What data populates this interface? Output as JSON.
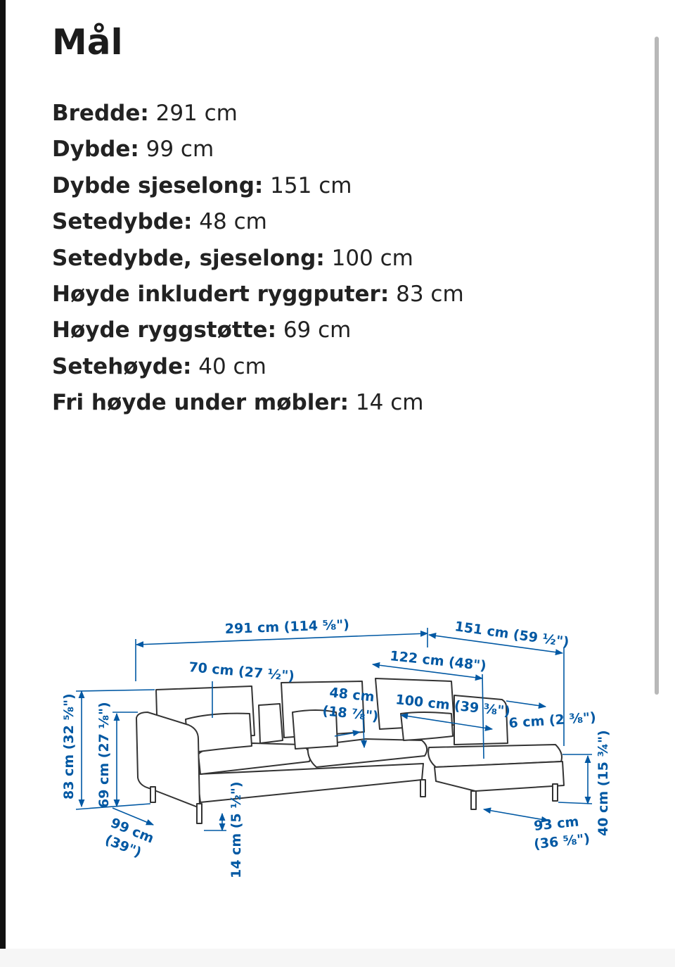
{
  "title": "Mål",
  "specs": [
    {
      "label": "Bredde:",
      "value": "291 cm"
    },
    {
      "label": "Dybde:",
      "value": "99 cm"
    },
    {
      "label": "Dybde sjeselong:",
      "value": "151 cm"
    },
    {
      "label": "Setedybde:",
      "value": "48 cm"
    },
    {
      "label": "Setedybde, sjeselong:",
      "value": "100 cm"
    },
    {
      "label": "Høyde inkludert ryggputer:",
      "value": "83 cm"
    },
    {
      "label": "Høyde ryggstøtte:",
      "value": "69 cm"
    },
    {
      "label": "Setehøyde:",
      "value": "40 cm"
    },
    {
      "label": "Fri høyde under møbler:",
      "value": "14 cm"
    }
  ],
  "drawing": {
    "dimension_color": "#0058a3",
    "line_color": "#333333",
    "labels": {
      "width": "291 cm (114 ⅝\")",
      "chaise_depth": "151 cm (59 ½\")",
      "chaise_width": "122 cm (48\")",
      "back_cushion": "70 cm (27 ½\")",
      "seat_depth_1": "48 cm",
      "seat_depth_2": "(18 ⅞\")",
      "chaise_seat_depth": "100 cm (39 ⅜\")",
      "armrest": "6 cm (2 ⅜\")",
      "height_total": "83 cm (32 ⅝\")",
      "height_back": "69 cm (27 ⅛\")",
      "depth_1": "99 cm",
      "depth_2": "(39\")",
      "clearance": "14 cm (5 ½\")",
      "chaise_length_1": "93 cm",
      "chaise_length_2": "(36 ⅝\")",
      "seat_height": "40 cm (15 ¾\")"
    }
  }
}
